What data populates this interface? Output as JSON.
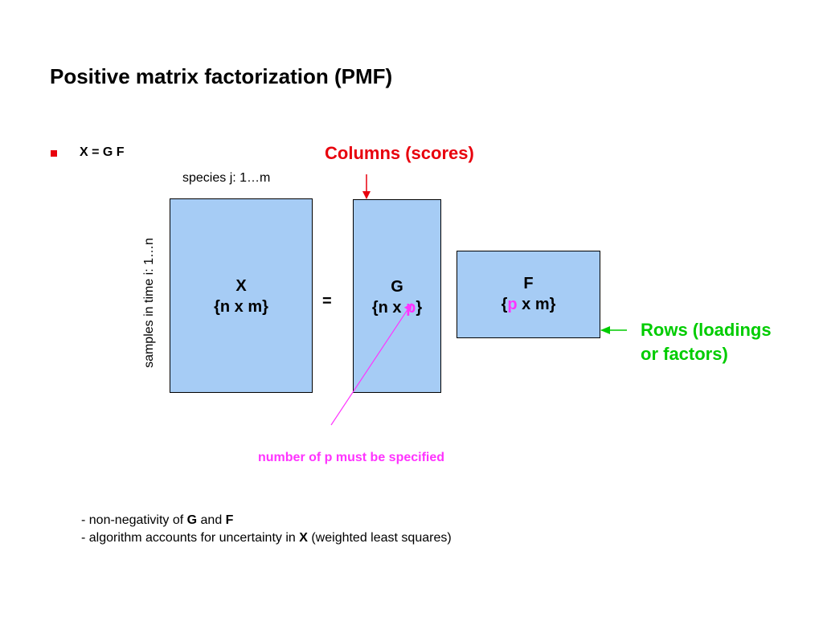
{
  "title": "Positive matrix factorization (PMF)",
  "bullet": {
    "text": "X = G F"
  },
  "axis_labels": {
    "species": "species j: 1…m",
    "samples": "samples in time i: 1…n"
  },
  "matrices": {
    "x": {
      "name": "X",
      "dims_open": "{n x m}"
    },
    "g": {
      "name": "G",
      "dims_open": "{n x ",
      "dims_p": "p",
      "dims_close": "}"
    },
    "f": {
      "name": "F",
      "dims_open": "{",
      "dims_p": "p",
      "dims_close": " x m}"
    }
  },
  "equals": "=",
  "annotations": {
    "columns": "Columns (scores)",
    "rows_line1": "Rows (loadings",
    "rows_line2": "or factors)",
    "p_note": "number of p must be specified"
  },
  "notes": {
    "line1_prefix": "- non-negativity of ",
    "line1_g": "G",
    "line1_and": " and ",
    "line1_f": "F",
    "line2_prefix": "- algorithm accounts for uncertainty in ",
    "line2_x": "X",
    "line2_suffix": " (weighted least squares)"
  },
  "colors": {
    "matrix_fill": "#a6ccf5",
    "columns_red": "#e8000d",
    "rows_green": "#00cc00",
    "p_pink": "#ff33ff",
    "bullet_red": "#e8000d"
  }
}
